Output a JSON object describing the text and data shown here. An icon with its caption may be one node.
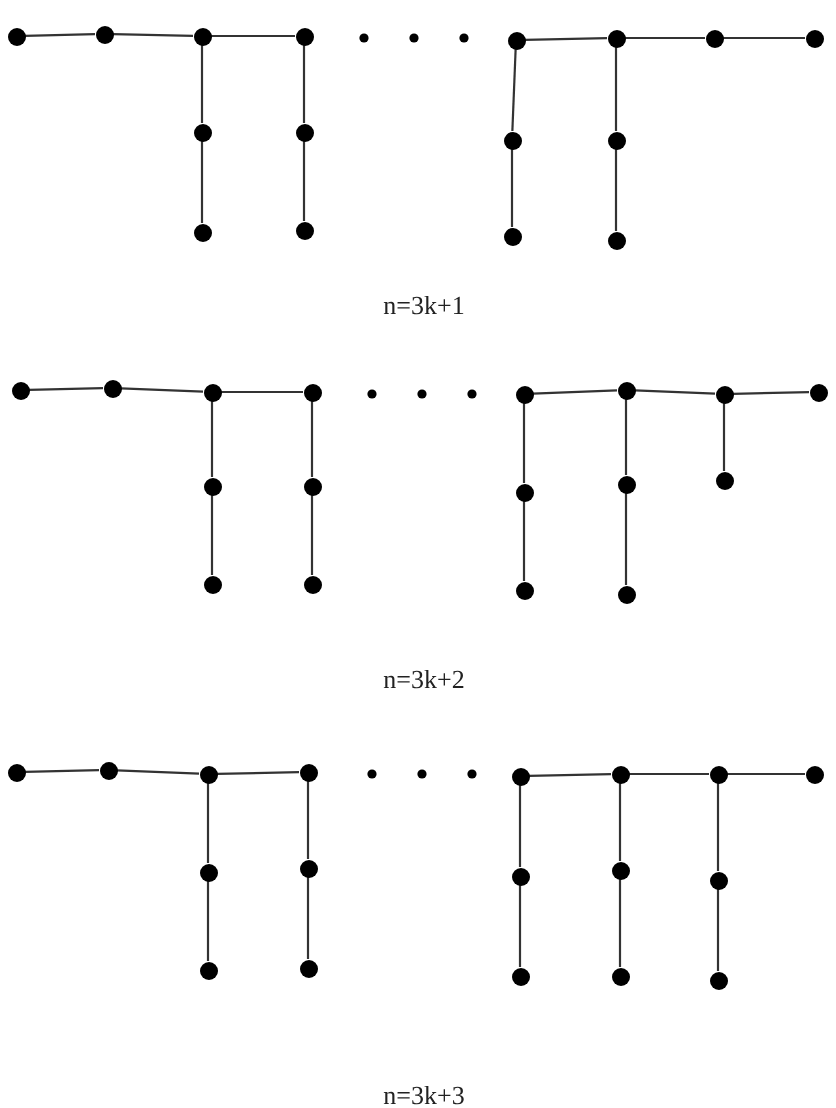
{
  "diagram": {
    "nodes": [
      {
        "text": [],
        "shape": "circle"
      },
      {
        "text": [],
        "shape": "circle"
      },
      {
        "text": [],
        "shape": "circle"
      },
      {
        "text": [],
        "shape": "circle"
      },
      {
        "text": [],
        "shape": "circle"
      },
      {
        "text": [],
        "shape": "circle"
      },
      {
        "text": [],
        "shape": "circle"
      },
      {
        "text": [],
        "shape": "circle"
      },
      {
        "text": [],
        "shape": "circle"
      },
      {
        "text": [],
        "shape": "circle"
      },
      {
        "text": [],
        "shape": "circle"
      },
      {
        "text": [],
        "shape": "circle"
      },
      {
        "text": [],
        "shape": "circle"
      },
      {
        "text": [],
        "shape": "circle"
      },
      {
        "text": [],
        "shape": "circle"
      },
      {
        "text": [],
        "shape": "circle"
      },
      {
        "text": [],
        "shape": "circle"
      },
      {
        "text": [],
        "shape": "circle"
      },
      {
        "text": [],
        "shape": "circle"
      },
      {
        "text": [],
        "shape": "circle"
      },
      {
        "text": [],
        "shape": "circle"
      },
      {
        "text": [],
        "shape": "circle"
      },
      {
        "text": [],
        "shape": "circle"
      },
      {
        "text": [],
        "shape": "circle"
      },
      {
        "text": [],
        "shape": "circle"
      },
      {
        "text": [],
        "shape": "circle"
      },
      {
        "text": [],
        "shape": "circle"
      },
      {
        "text": [],
        "shape": "circle"
      },
      {
        "text": [],
        "shape": "circle"
      },
      {
        "text": [],
        "shape": "circle"
      },
      {
        "text": [],
        "shape": "circle"
      },
      {
        "text": [],
        "shape": "circle"
      },
      {
        "text": [],
        "shape": "circle"
      },
      {
        "text": [],
        "shape": "circle"
      },
      {
        "text": [],
        "shape": "circle"
      },
      {
        "text": [],
        "shape": "circle"
      },
      {
        "text": [],
        "shape": "circle"
      },
      {
        "text": [],
        "shape": "circle"
      },
      {
        "text": [],
        "shape": "circle"
      },
      {
        "text": [],
        "shape": "circle"
      },
      {
        "text": [],
        "shape": "circle"
      },
      {
        "text": [],
        "shape": "circle"
      },
      {
        "text": [],
        "shape": "circle"
      },
      {
        "text": [],
        "shape": "circle"
      },
      {
        "text": [],
        "shape": "circle"
      },
      {
        "text": [],
        "shape": "circle"
      },
      {
        "text": [],
        "shape": "circle"
      },
      {
        "text": [],
        "shape": "circle"
      },
      {
        "text": [],
        "shape": "circle"
      },
      {
        "text": [],
        "shape": "circle"
      },
      {
        "text": [],
        "shape": "circle"
      }
    ],
    "edges": [
      {
        "from": 0,
        "to": 1,
        "arrow": "none"
      },
      {
        "from": 1,
        "to": 2,
        "arrow": "none"
      },
      {
        "from": 2,
        "to": 3,
        "arrow": "none"
      },
      {
        "from": 4,
        "to": 5,
        "arrow": "none"
      },
      {
        "from": 5,
        "to": 6,
        "arrow": "none"
      },
      {
        "from": 6,
        "to": 7,
        "arrow": "none"
      },
      {
        "from": 2,
        "to": 8,
        "arrow": "none"
      },
      {
        "from": 8,
        "to": 9,
        "arrow": "none"
      },
      {
        "from": 3,
        "to": 10,
        "arrow": "none"
      },
      {
        "from": 10,
        "to": 11,
        "arrow": "none"
      },
      {
        "from": 4,
        "to": 12,
        "arrow": "none"
      },
      {
        "from": 12,
        "to": 13,
        "arrow": "none"
      },
      {
        "from": 5,
        "to": 14,
        "arrow": "none"
      },
      {
        "from": 14,
        "to": 15,
        "arrow": "none"
      },
      {
        "from": 16,
        "to": 17,
        "arrow": "none"
      },
      {
        "from": 17,
        "to": 18,
        "arrow": "none"
      },
      {
        "from": 18,
        "to": 19,
        "arrow": "none"
      },
      {
        "from": 20,
        "to": 21,
        "arrow": "none"
      },
      {
        "from": 21,
        "to": 22,
        "arrow": "none"
      },
      {
        "from": 22,
        "to": 23,
        "arrow": "none"
      },
      {
        "from": 18,
        "to": 24,
        "arrow": "none"
      },
      {
        "from": 24,
        "to": 25,
        "arrow": "none"
      },
      {
        "from": 19,
        "to": 26,
        "arrow": "none"
      },
      {
        "from": 26,
        "to": 27,
        "arrow": "none"
      },
      {
        "from": 20,
        "to": 28,
        "arrow": "none"
      },
      {
        "from": 28,
        "to": 29,
        "arrow": "none"
      },
      {
        "from": 21,
        "to": 30,
        "arrow": "none"
      },
      {
        "from": 30,
        "to": 31,
        "arrow": "none"
      },
      {
        "from": 22,
        "to": 32,
        "arrow": "none"
      },
      {
        "from": 33,
        "to": 34,
        "arrow": "none"
      },
      {
        "from": 34,
        "to": 35,
        "arrow": "none"
      },
      {
        "from": 35,
        "to": 36,
        "arrow": "none"
      },
      {
        "from": 37,
        "to": 38,
        "arrow": "none"
      },
      {
        "from": 38,
        "to": 39,
        "arrow": "none"
      },
      {
        "from": 39,
        "to": 40,
        "arrow": "none"
      },
      {
        "from": 35,
        "to": 41,
        "arrow": "none"
      },
      {
        "from": 41,
        "to": 42,
        "arrow": "none"
      },
      {
        "from": 36,
        "to": 43,
        "arrow": "none"
      },
      {
        "from": 43,
        "to": 44,
        "arrow": "none"
      },
      {
        "from": 37,
        "to": 45,
        "arrow": "none"
      },
      {
        "from": 45,
        "to": 46,
        "arrow": "none"
      },
      {
        "from": 38,
        "to": 47,
        "arrow": "none"
      },
      {
        "from": 47,
        "to": 48,
        "arrow": "none"
      },
      {
        "from": 39,
        "to": 49,
        "arrow": "none"
      },
      {
        "from": 49,
        "to": 50,
        "arrow": "none"
      }
    ],
    "labels": [
      "n=3k+1",
      "n=3k+2",
      "n=3k+3"
    ]
  }
}
